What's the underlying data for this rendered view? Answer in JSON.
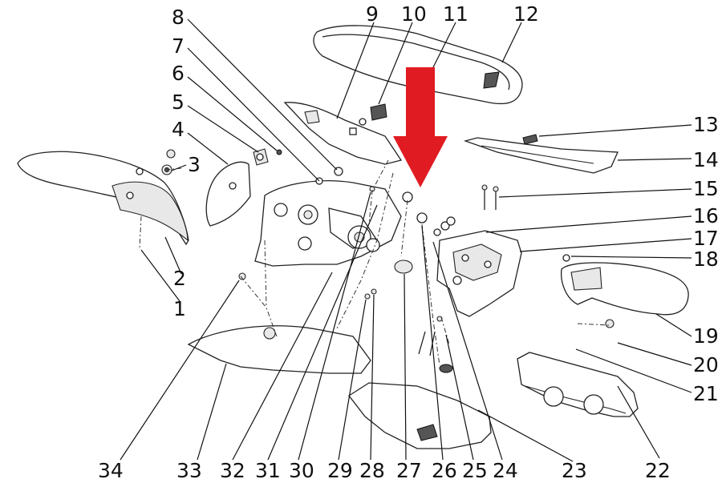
{
  "diagram": {
    "callouts": [
      {
        "id": "1",
        "label": "1"
      },
      {
        "id": "2",
        "label": "2"
      },
      {
        "id": "3",
        "label": "3"
      },
      {
        "id": "4",
        "label": "4"
      },
      {
        "id": "5",
        "label": "5"
      },
      {
        "id": "6",
        "label": "6"
      },
      {
        "id": "7",
        "label": "7"
      },
      {
        "id": "8",
        "label": "8"
      },
      {
        "id": "9",
        "label": "9"
      },
      {
        "id": "10",
        "label": "10"
      },
      {
        "id": "11",
        "label": "11"
      },
      {
        "id": "12",
        "label": "12"
      },
      {
        "id": "13",
        "label": "13"
      },
      {
        "id": "14",
        "label": "14"
      },
      {
        "id": "15",
        "label": "15"
      },
      {
        "id": "16",
        "label": "16"
      },
      {
        "id": "17",
        "label": "17"
      },
      {
        "id": "18",
        "label": "18"
      },
      {
        "id": "19",
        "label": "19"
      },
      {
        "id": "20",
        "label": "20"
      },
      {
        "id": "21",
        "label": "21"
      },
      {
        "id": "22",
        "label": "22"
      },
      {
        "id": "23",
        "label": "23"
      },
      {
        "id": "24",
        "label": "24"
      },
      {
        "id": "25",
        "label": "25"
      },
      {
        "id": "26",
        "label": "26"
      },
      {
        "id": "27",
        "label": "27"
      },
      {
        "id": "28",
        "label": "28"
      },
      {
        "id": "29",
        "label": "29"
      },
      {
        "id": "30",
        "label": "30"
      },
      {
        "id": "31",
        "label": "31"
      },
      {
        "id": "32",
        "label": "32"
      },
      {
        "id": "33",
        "label": "33"
      },
      {
        "id": "34",
        "label": "34"
      }
    ],
    "pointer": {
      "target": "26",
      "color": "#e11b22"
    }
  }
}
